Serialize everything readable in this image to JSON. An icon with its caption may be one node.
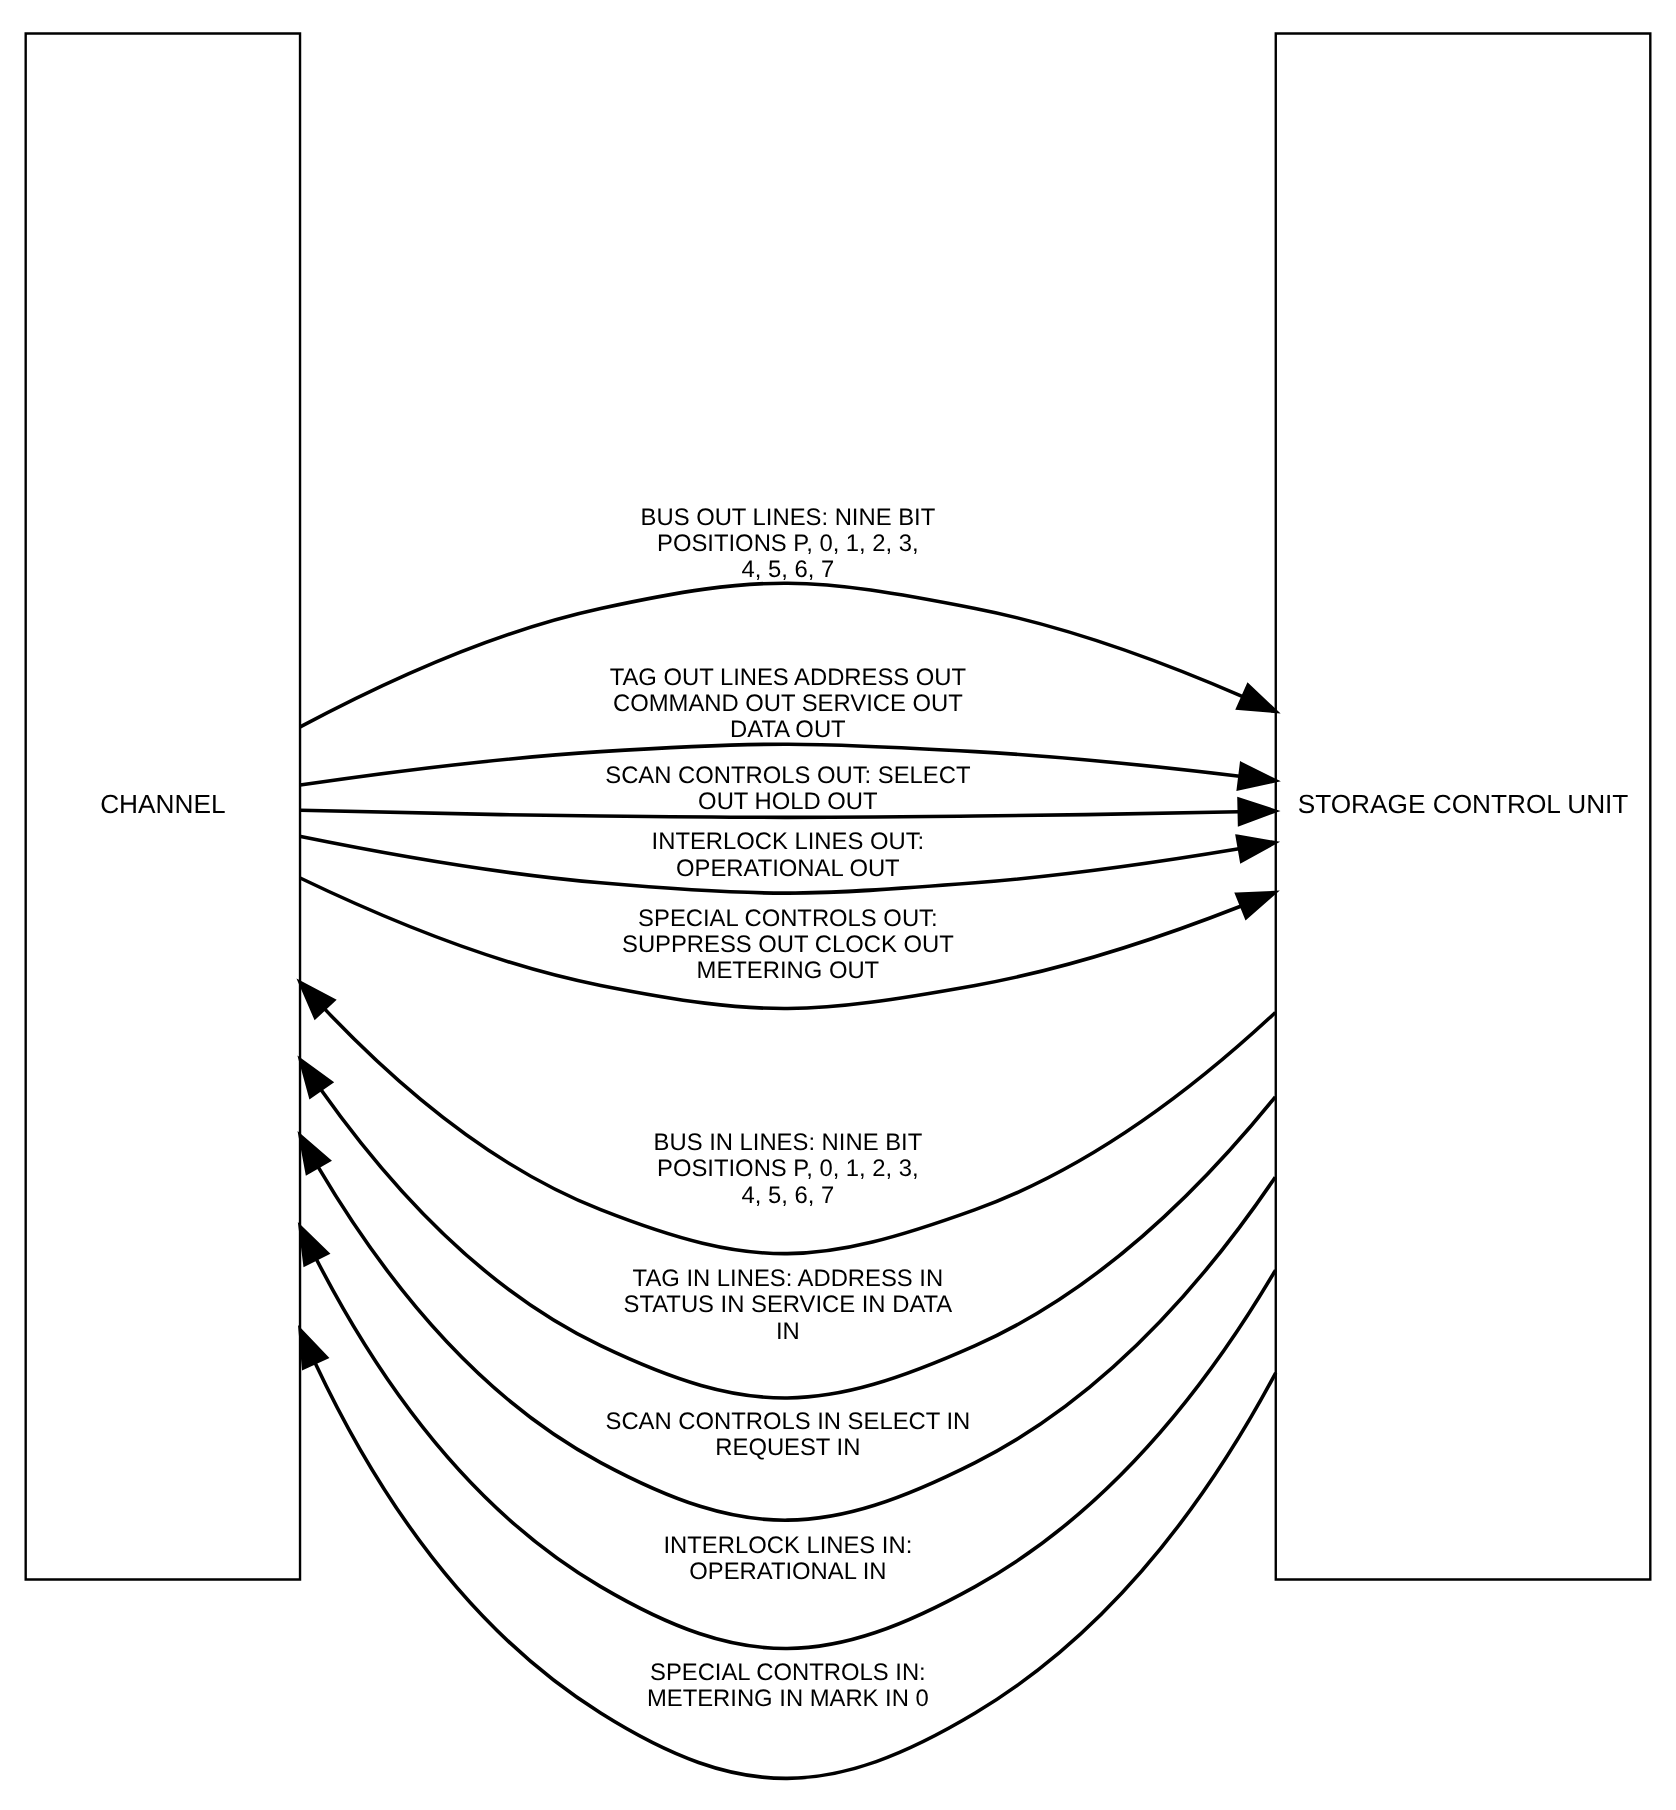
{
  "diagram": {
    "nodes": [
      {
        "text": [
          "CHANNEL"
        ]
      },
      {
        "text": [
          "STORAGE CONTROL UNIT"
        ]
      }
    ],
    "edges": [
      {
        "from": 1,
        "to": 0,
        "arrow": "to",
        "label": "BUS IN LINES: NINE BIT POSITIONS P, 0, 1, 2, 3, 4, 5, 6, 7"
      },
      {
        "from": 0,
        "to": 1,
        "arrow": "to",
        "label": "BUS OUT LINES: NINE BIT POSITIONS P, 0, 1, 2, 3, 4, 5, 6, 7"
      },
      {
        "from": 1,
        "to": 0,
        "arrow": "to",
        "label": "TAG IN LINES: ADDRESS IN STATUS IN SERVICE IN DATA IN"
      },
      {
        "from": 0,
        "to": 1,
        "arrow": "to",
        "label": "TAG OUT LINES ADDRESS OUT COMMAND OUT SERVICE OUT DATA OUT"
      },
      {
        "from": 1,
        "to": 0,
        "arrow": "to",
        "label": "SCAN CONTROLS IN SELECT IN REQUEST IN"
      },
      {
        "from": 0,
        "to": 1,
        "arrow": "to",
        "label": "SCAN CONTROLS OUT: SELECT OUT HOLD OUT"
      },
      {
        "from": 1,
        "to": 0,
        "arrow": "to",
        "label": "INTERLOCK LINES IN: OPERATIONAL IN"
      },
      {
        "from": 0,
        "to": 1,
        "arrow": "to",
        "label": "INTERLOCK LINES OUT: OPERATIONAL OUT"
      },
      {
        "from": 1,
        "to": 0,
        "arrow": "to",
        "label": "SPECIAL CONTROLS IN: METERING IN MARK IN 0"
      },
      {
        "from": 0,
        "to": 1,
        "arrow": "to",
        "label": "SPECIAL CONTROLS OUT: SUPPRESS OUT CLOCK OUT METERING OUT"
      }
    ]
  }
}
